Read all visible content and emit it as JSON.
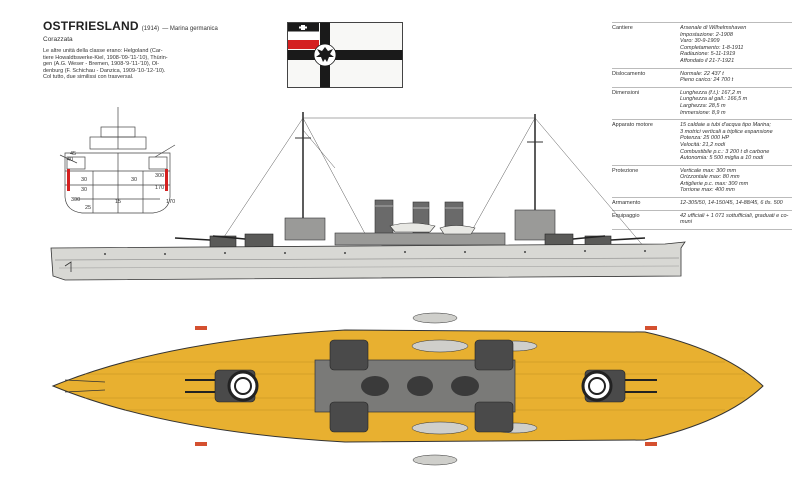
{
  "header": {
    "title": "OSTFRIESLAND",
    "year": "(1914)",
    "navy": "— Marina germanica",
    "type": "Corazzata",
    "description": [
      "Le altre unità della classe erano: Helgoland (Car-",
      "tiere Howaldtswerke-Kiel, 1908-'09-'11-'10), Thürin-",
      "gen (A.G. Weser - Bremen, 1908-'9-'11-'10), Ol-",
      "denburg (F. Schichau - Danzica, 1909-'10-'12-'10).",
      "Col tutto, due similissi con trasversal."
    ]
  },
  "specs": [
    {
      "label": "Cantiere",
      "values": [
        "Arsenale di Wilhelmshaven",
        "Impostazione: 2-1908",
        "Varo: 30-9-1909",
        "Completamento: 1-8-1911",
        "Radiazione: 5-11-1919",
        "Affondato il 21-7-1921"
      ]
    },
    {
      "label": "Dislocamento",
      "values": [
        "Normale: 22 437 t",
        "Pieno carico: 24 700 t"
      ]
    },
    {
      "label": "Dimensioni",
      "values": [
        "Lunghezza (f.t.): 167,2 m",
        "Lunghezza al gall.: 166,5 m",
        "Larghezza: 28,5 m",
        "Immersione: 8,9 m"
      ]
    },
    {
      "label": "Apparato motore",
      "values": [
        "15 caldaie a tubi d'acqua tipo Marina;",
        "3 motrici verticali a triplice espansione",
        "Potenza: 25 000 HP",
        "Velocità: 21,2 nodi",
        "Combustibile p.c.: 3 200 t di carbone",
        "Autonomia: 5 500 miglia a 10 nodi"
      ]
    },
    {
      "label": "Protezione",
      "values": [
        "Verticale max: 300 mm",
        "Orizzontale max: 80 mm",
        "Artiglierie p.c. max: 300 mm",
        "Torrione max: 400 mm"
      ]
    },
    {
      "label": "Armamento",
      "values": [
        "12-305/50, 14-150/45, 14-88/45, 6 tls. 500"
      ]
    },
    {
      "label": "Equipaggio",
      "values": [
        "42 ufficiali + 1 071 sottufficiali, graduati e co-",
        "muni"
      ]
    }
  ],
  "section_labels": [
    "40",
    "300",
    "170",
    "30",
    "30",
    "300",
    "170",
    "30",
    "45",
    "15",
    "25"
  ],
  "colors": {
    "deck": "#e8b030",
    "hull_side": "#d8d8d4",
    "hull_line": "#333333",
    "turret": "#4a4a4a",
    "flag_red": "#d42020",
    "flag_black": "#1a1a1a"
  }
}
